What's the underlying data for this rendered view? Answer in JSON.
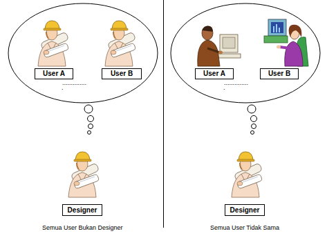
{
  "diagram": {
    "nodes": [
      {
        "text": [
          "User A"
        ]
      },
      {
        "text": [
          "User B"
        ]
      },
      {
        "text": [
          "Designer"
        ]
      },
      {
        "text": [
          "User A"
        ]
      },
      {
        "text": [
          "User B"
        ]
      },
      {
        "text": [
          "Designer"
        ]
      }
    ],
    "labels": [
      "..............",
      ".",
      "Semua User Bukan Designer",
      "..............",
      ".",
      "Semua User Tidak Sama"
    ]
  }
}
